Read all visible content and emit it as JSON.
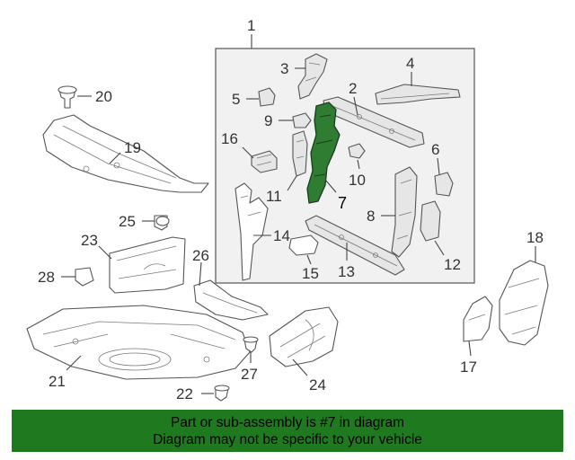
{
  "diagram": {
    "callouts": {
      "c1": "1",
      "c2": "2",
      "c3": "3",
      "c4": "4",
      "c5": "5",
      "c6": "6",
      "c7": "7",
      "c8": "8",
      "c9": "9",
      "c10": "10",
      "c11": "11",
      "c12": "12",
      "c13": "13",
      "c14": "14",
      "c15": "15",
      "c16": "16",
      "c17": "17",
      "c18": "18",
      "c19": "19",
      "c20": "20",
      "c21": "21",
      "c22": "22",
      "c23": "23",
      "c24": "24",
      "c25": "25",
      "c26": "26",
      "c27": "27",
      "c28": "28"
    },
    "highlighted_part": "7",
    "highlight_color": "#2e7d32"
  },
  "banner": {
    "line1": "Part or sub-assembly is #7 in diagram",
    "line2": "Diagram may not be specific to your vehicle",
    "background": "#1f7a1f"
  }
}
